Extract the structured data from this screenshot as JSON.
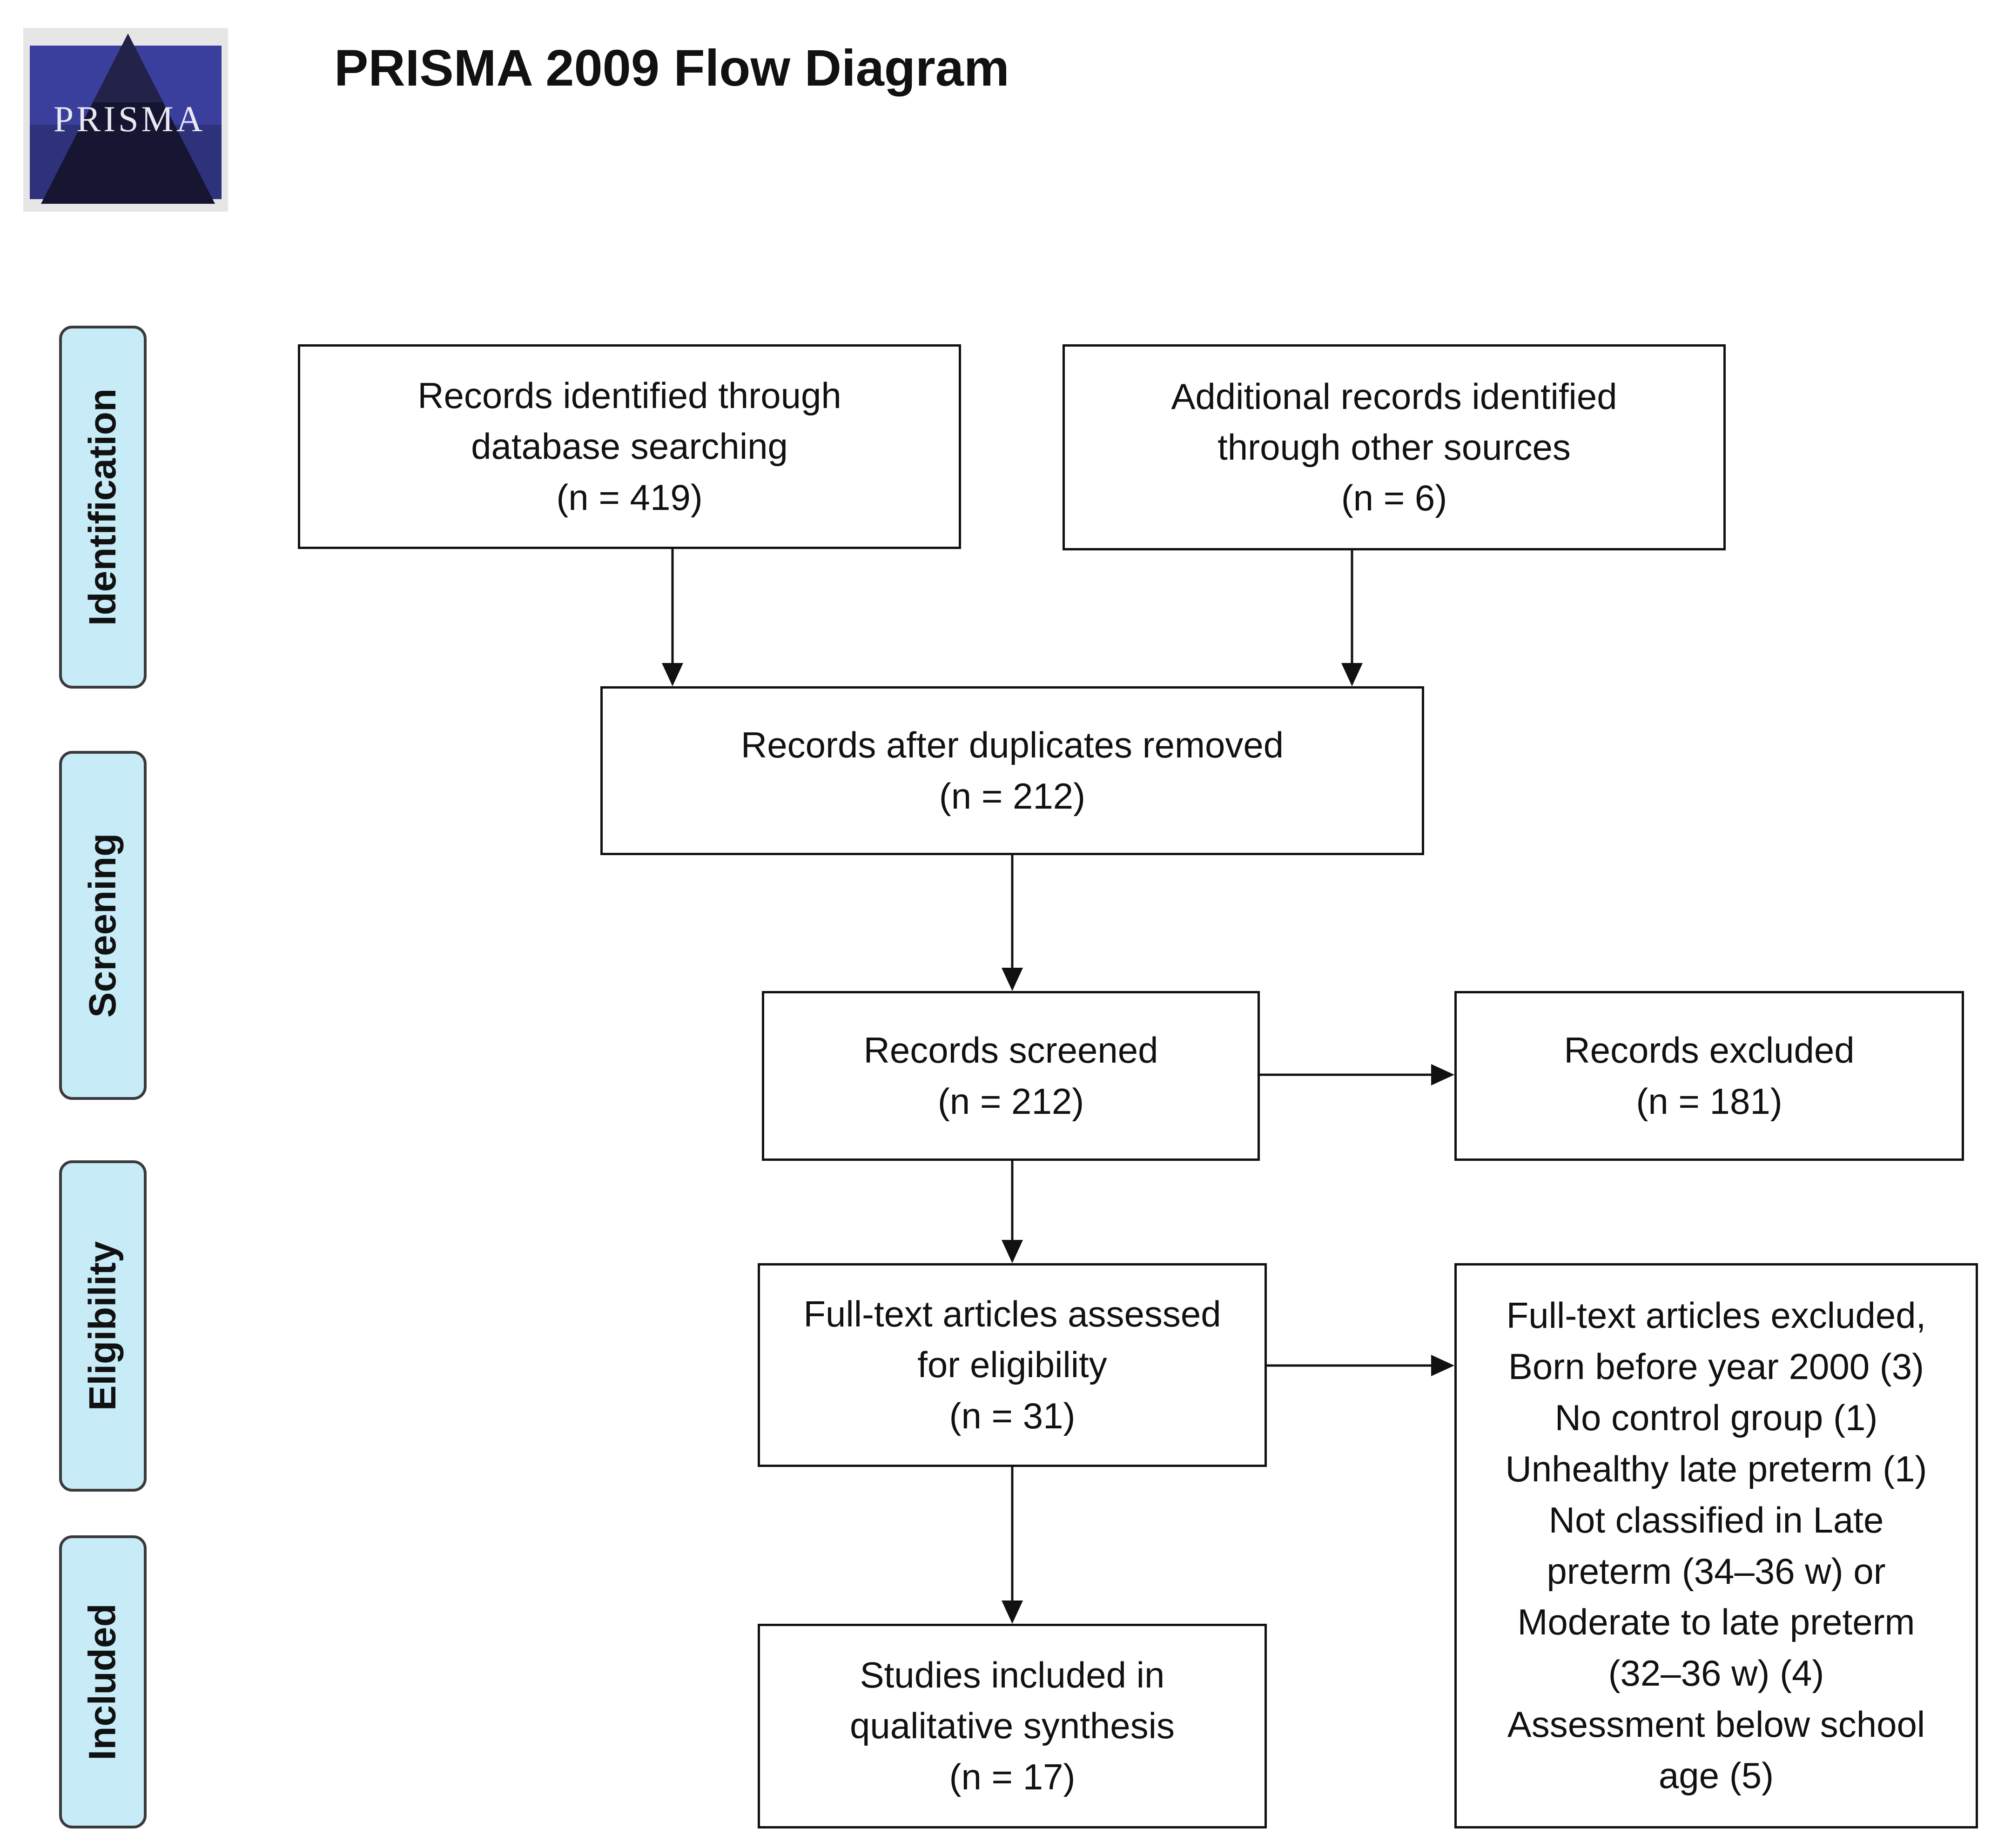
{
  "title": "PRISMA 2009 Flow Diagram",
  "logo": {
    "icon": "prisma-logo-icon",
    "text": "PRISMA"
  },
  "stages": {
    "identification": "Identification",
    "screening": "Screening",
    "eligibility": "Eligibility",
    "included": "Included"
  },
  "boxes": {
    "database": {
      "lines": [
        "Records identified through",
        "database searching",
        "(n = 419)"
      ]
    },
    "other_sources": {
      "lines": [
        "Additional records identified",
        "through other sources",
        "(n = 6)"
      ]
    },
    "duplicates_removed": {
      "lines": [
        "Records after duplicates removed",
        "(n = 212)"
      ]
    },
    "screened": {
      "lines": [
        "Records screened",
        "(n = 212)"
      ]
    },
    "excluded": {
      "lines": [
        "Records excluded",
        "(n = 181)"
      ]
    },
    "fulltext_assessed": {
      "lines": [
        "Full-text articles assessed",
        "for eligibility",
        "(n = 31)"
      ]
    },
    "fulltext_excluded": {
      "lines": [
        "Full-text articles excluded,",
        "Born before year 2000 (3)",
        "No control group (1)",
        "Unhealthy late preterm (1)",
        "Not classified in Late",
        "preterm (34–36 w) or",
        "Moderate to late preterm",
        "(32–36 w) (4)",
        "Assessment below school",
        "age (5)"
      ]
    },
    "included": {
      "lines": [
        "Studies included in",
        "qualitative synthesis",
        "(n = 17)"
      ]
    }
  },
  "colors": {
    "stage_fill": "#c7ecf8",
    "stage_border": "#3a3a3a",
    "box_border": "#111111"
  }
}
